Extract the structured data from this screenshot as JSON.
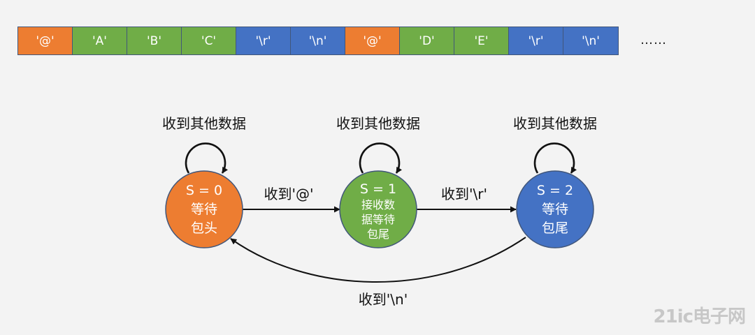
{
  "packet": {
    "cells": [
      {
        "text": "'@'",
        "kind": "head"
      },
      {
        "text": "'A'",
        "kind": "data"
      },
      {
        "text": "'B'",
        "kind": "data"
      },
      {
        "text": "'C'",
        "kind": "data"
      },
      {
        "text": "'\\r'",
        "kind": "tail"
      },
      {
        "text": "'\\n'",
        "kind": "tail"
      },
      {
        "text": "'@'",
        "kind": "head"
      },
      {
        "text": "'D'",
        "kind": "data"
      },
      {
        "text": "'E'",
        "kind": "data"
      },
      {
        "text": "'\\r'",
        "kind": "tail"
      },
      {
        "text": "'\\n'",
        "kind": "tail"
      }
    ],
    "ellipsis": "……"
  },
  "colors": {
    "head": "#ed7d31",
    "data": "#70ad47",
    "tail": "#4472c4"
  },
  "states": [
    {
      "id": "s0",
      "lines": [
        "S = 0",
        "等待",
        "包头"
      ],
      "self_loop_label": "收到其他数据"
    },
    {
      "id": "s1",
      "lines": [
        "S = 1",
        "接收数",
        "据等待",
        "包尾"
      ],
      "self_loop_label": "收到其他数据"
    },
    {
      "id": "s2",
      "lines": [
        "S = 2",
        "等待",
        "包尾"
      ],
      "self_loop_label": "收到其他数据"
    }
  ],
  "transitions": [
    {
      "from": "s0",
      "to": "s1",
      "label": "收到'@'"
    },
    {
      "from": "s1",
      "to": "s2",
      "label": "收到'\\r'"
    },
    {
      "from": "s2",
      "to": "s0",
      "label": "收到'\\n'"
    }
  ],
  "watermark": "21ic电子网"
}
